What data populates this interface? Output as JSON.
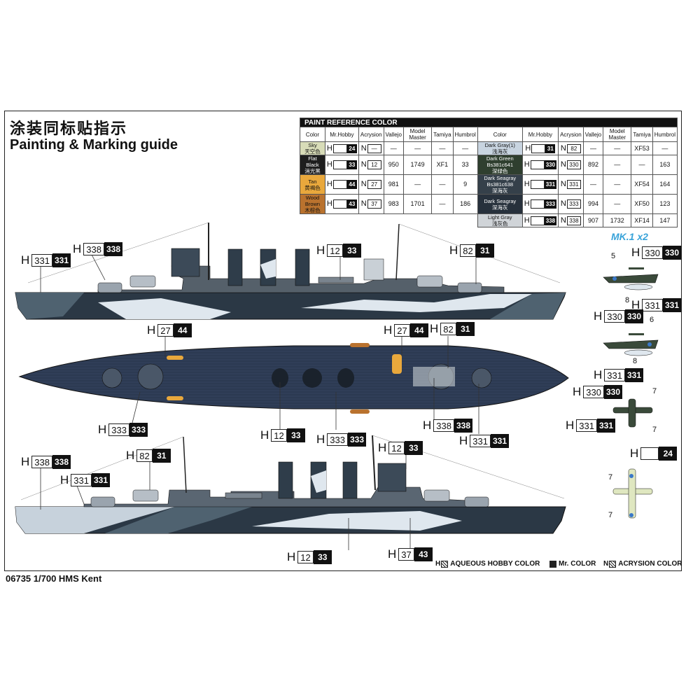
{
  "title_cn": "涂装同标贴指示",
  "title_en": "Painting & Marking guide",
  "footer": "06735 1/700 HMS Kent",
  "table": {
    "header": "PAINT  REFERENCE COLOR",
    "columns": [
      "Color",
      "Mr.Hobby",
      "Acrysion",
      "Vallejo",
      "Model Master",
      "Tamiya",
      "Humbrol"
    ],
    "left_rows": [
      {
        "color_en": "Sky",
        "color_cn": "天空色",
        "swatch": "#d8dcb8",
        "mrhobby": "24",
        "acrysion": "—",
        "vallejo": "—",
        "model_master": "—",
        "tamiya": "—",
        "humbrol": "—"
      },
      {
        "color_en": "Flat Black",
        "color_cn": "消光黑",
        "swatch": "#1e1e1e",
        "mrhobby": "33",
        "acrysion": "12",
        "vallejo": "950",
        "model_master": "1749",
        "tamiya": "XF1",
        "humbrol": "33"
      },
      {
        "color_en": "Tan",
        "color_cn": "黄褐色",
        "swatch": "#e9a83c",
        "mrhobby": "44",
        "acrysion": "27",
        "vallejo": "981",
        "model_master": "—",
        "tamiya": "—",
        "humbrol": "9"
      },
      {
        "color_en": "Wood Brown",
        "color_cn": "木棕色",
        "swatch": "#b9722e",
        "mrhobby": "43",
        "acrysion": "37",
        "vallejo": "983",
        "model_master": "1701",
        "tamiya": "—",
        "humbrol": "186"
      }
    ],
    "right_rows": [
      {
        "color_en": "Dark Gray(1)",
        "color_cn": "浅海灰",
        "swatch": "#c8d4e0",
        "mrhobby": "31",
        "acrysion": "82",
        "vallejo": "—",
        "model_master": "—",
        "tamiya": "XF53",
        "humbrol": "—"
      },
      {
        "color_en": "Dark Green Bs381c641",
        "color_cn": "深绿色",
        "swatch": "#2f3f2f",
        "mrhobby": "330",
        "acrysion": "330",
        "vallejo": "892",
        "model_master": "—",
        "tamiya": "—",
        "humbrol": "163"
      },
      {
        "color_en": "Dark Seagray Bs381c638",
        "color_cn": "深海灰",
        "swatch": "#35404a",
        "mrhobby": "331",
        "acrysion": "331",
        "vallejo": "—",
        "model_master": "—",
        "tamiya": "XF54",
        "humbrol": "164"
      },
      {
        "color_en": "Dark Seagray",
        "color_cn": "深海灰",
        "swatch": "#27313c",
        "mrhobby": "333",
        "acrysion": "333",
        "vallejo": "994",
        "model_master": "—",
        "tamiya": "XF50",
        "humbrol": "123"
      },
      {
        "color_en": "Light Gray",
        "color_cn": "浅灰色",
        "swatch": "#d0d4d8",
        "mrhobby": "338",
        "acrysion": "338",
        "vallejo": "907",
        "model_master": "1732",
        "tamiya": "XF14",
        "humbrol": "147"
      }
    ]
  },
  "callouts": {
    "c1": {
      "h": "H",
      "w": "331",
      "b": "331"
    },
    "c2": {
      "h": "H",
      "w": "338",
      "b": "338"
    },
    "c3": {
      "h": "H",
      "w": "12",
      "b": "33"
    },
    "c4": {
      "h": "H",
      "w": "82",
      "b": "31"
    },
    "c5": {
      "h": "H",
      "w": "27",
      "b": "44"
    },
    "c6": {
      "h": "H",
      "w": "27",
      "b": "44"
    },
    "c7": {
      "h": "H",
      "w": "82",
      "b": "31"
    },
    "c8": {
      "h": "H",
      "w": "333",
      "b": "333"
    },
    "c9": {
      "h": "H",
      "w": "12",
      "b": "33"
    },
    "c10": {
      "h": "H",
      "w": "333",
      "b": "333"
    },
    "c11": {
      "h": "H",
      "w": "338",
      "b": "338"
    },
    "c12": {
      "h": "H",
      "w": "331",
      "b": "331"
    },
    "c13": {
      "h": "H",
      "w": "338",
      "b": "338"
    },
    "c14": {
      "h": "H",
      "w": "82",
      "b": "31"
    },
    "c15": {
      "h": "H",
      "w": "331",
      "b": "331"
    },
    "c16": {
      "h": "H",
      "w": "12",
      "b": "33"
    },
    "c17": {
      "h": "H",
      "w": "12",
      "b": "33"
    },
    "c18": {
      "h": "H",
      "w": "37",
      "b": "43"
    },
    "p1": {
      "h": "H",
      "w": "330",
      "b": "330"
    },
    "p2": {
      "h": "H",
      "w": "331",
      "b": "331"
    },
    "p3": {
      "h": "H",
      "w": "330",
      "b": "330"
    },
    "p4": {
      "h": "H",
      "w": "331",
      "b": "331"
    },
    "p5": {
      "h": "H",
      "w": "330",
      "b": "330"
    },
    "p6": {
      "h": "H",
      "w": "331",
      "b": "331"
    },
    "p7": {
      "h": "H",
      "w": "",
      "b": "24"
    }
  },
  "aircraft_title": "MK.1 x2",
  "aircraft_numbers": [
    "5",
    "8",
    "6",
    "8",
    "7",
    "7",
    "7",
    "7"
  ],
  "legend": {
    "aqueous": "AQUEOUS HOBBY COLOR",
    "mr": "Mr. COLOR",
    "acrysion": "ACRYSION COLOR",
    "h_prefix": "H",
    "n_prefix": "N"
  },
  "colors": {
    "hull_dark": "#2b3845",
    "hull_mid": "#4f6270",
    "hull_light": "#dfe7ee",
    "deck_dark": "#2c3a52",
    "accent_blue": "#39a3d9"
  }
}
